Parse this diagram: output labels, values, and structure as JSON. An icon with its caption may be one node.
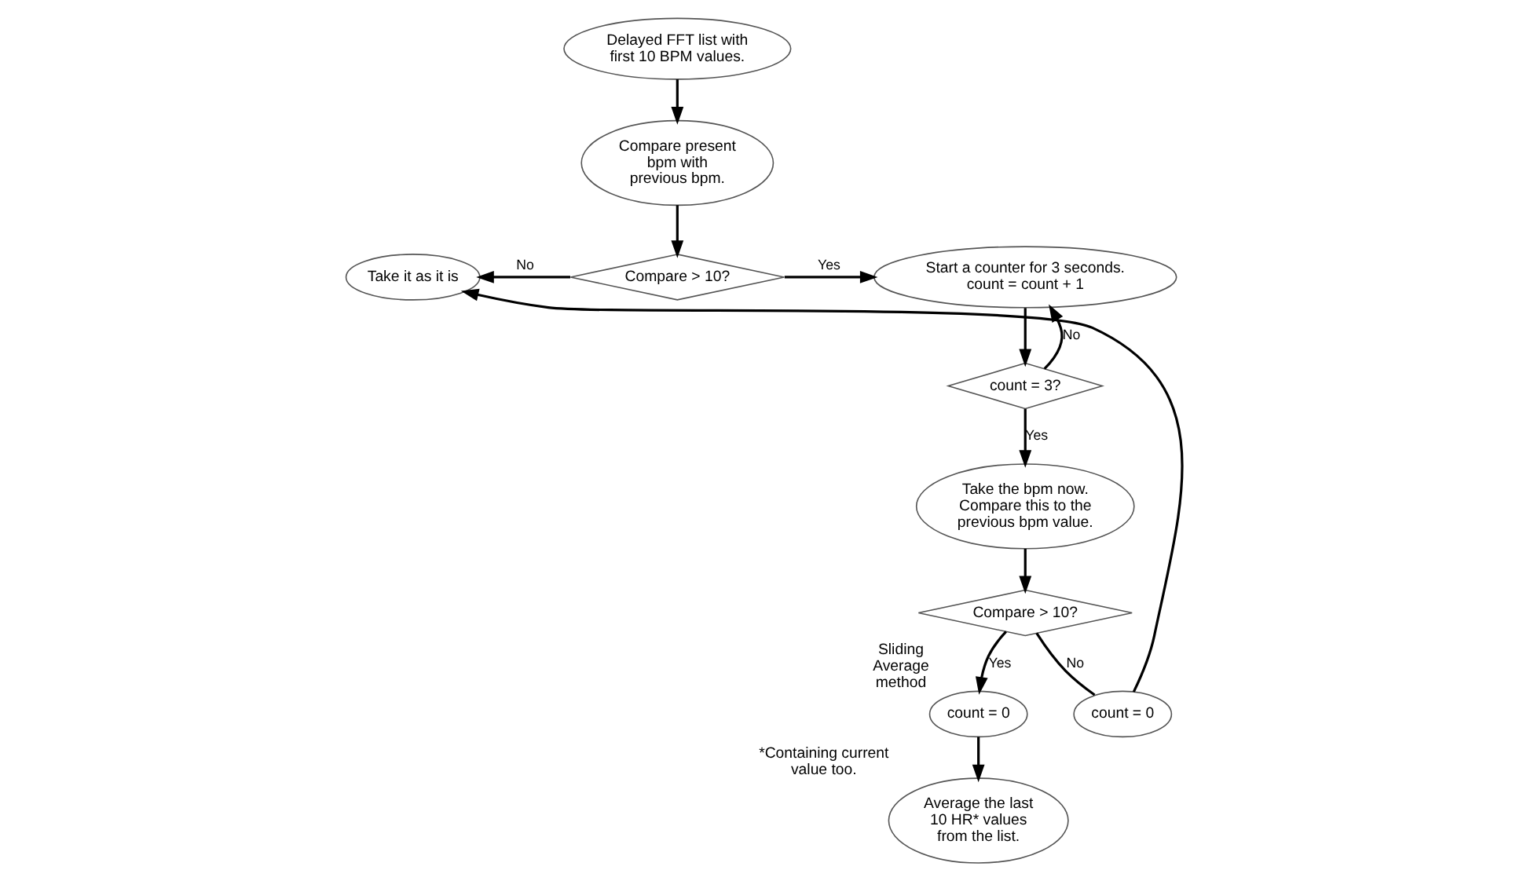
{
  "diagram": {
    "nodes": [
      {
        "text": [
          "Delayed FFT list with first 10 BPM values."
        ]
      },
      {
        "text": [
          "Compare present bpm with previous bpm."
        ]
      },
      {
        "text": [
          "Compare > 10?"
        ]
      },
      {
        "text": [
          "Take it as it is"
        ]
      },
      {
        "text": [
          "Start a counter for 3 seconds. count = count + 1"
        ]
      },
      {
        "text": [
          "count = 3?"
        ]
      },
      {
        "text": [
          "Take the bpm now. Compare this to the previous bpm value."
        ]
      },
      {
        "text": [
          "Compare > 10?"
        ]
      },
      {
        "text": [
          "count = 0"
        ],
        "beside": [
          "Sliding Average method"
        ]
      },
      {
        "text": [
          "Average the last 10 HR* values from the list."
        ],
        "beside": [
          "*Containing current value too."
        ]
      },
      {
        "text": [
          "count = 0"
        ]
      }
    ],
    "edges": [
      {
        "from": 0,
        "to": 1,
        "arrow": "to"
      },
      {
        "from": 1,
        "to": 2,
        "arrow": "to"
      },
      {
        "from": 2,
        "to": 3,
        "arrow": "to",
        "label": "No"
      },
      {
        "from": 2,
        "to": 4,
        "arrow": "to",
        "label": "Yes"
      },
      {
        "from": 4,
        "to": 5,
        "arrow": "to"
      },
      {
        "from": 5,
        "to": 4,
        "arrow": "to",
        "label": "No"
      },
      {
        "from": 5,
        "to": 6,
        "arrow": "to",
        "label": "Yes"
      },
      {
        "from": 6,
        "to": 7,
        "arrow": "to"
      },
      {
        "from": 7,
        "to": 8,
        "arrow": "to",
        "label": "Yes"
      },
      {
        "from": 8,
        "to": 9,
        "arrow": "to"
      },
      {
        "from": 7,
        "to": 10,
        "arrow": "none",
        "label": "No"
      },
      {
        "from": 10,
        "to": 3,
        "arrow": "to"
      }
    ]
  }
}
